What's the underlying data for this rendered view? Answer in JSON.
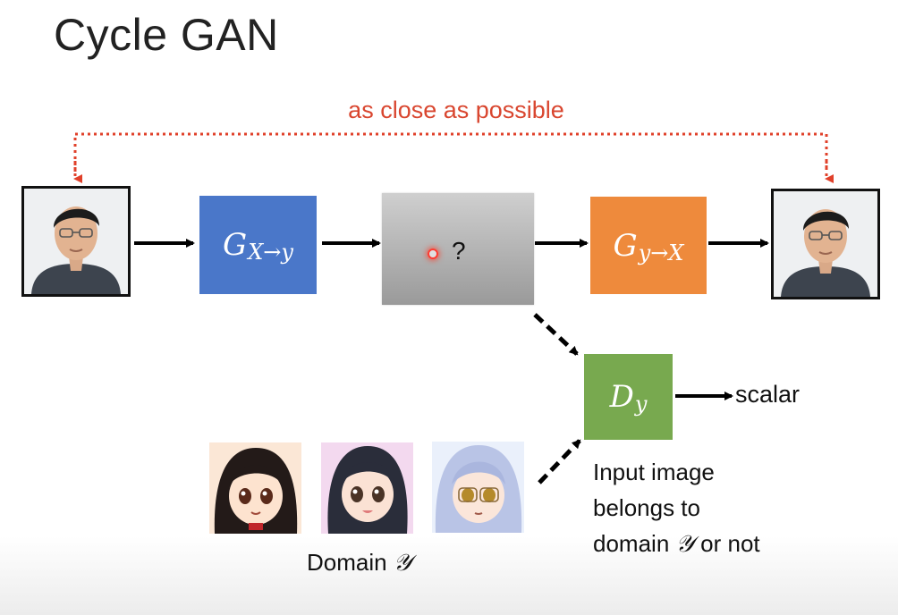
{
  "slide": {
    "title": "Cycle GAN",
    "close_label": "as close as possible",
    "generator_xy": {
      "letter": "G",
      "subscript": "𝑋→𝑦"
    },
    "generator_yx": {
      "letter": "G",
      "subscript": "𝑦→𝑋"
    },
    "middle_box": {
      "label": "?"
    },
    "discriminator": {
      "letter": "D",
      "subscript": "𝑦"
    },
    "scalar_label": "scalar",
    "disc_caption": [
      "Input image",
      "belongs to",
      "domain",
      "𝒴",
      "or not"
    ],
    "domain_label": {
      "text": "Domain",
      "symbol": "𝒴"
    }
  },
  "colors": {
    "generator_xy": "#4a77c9",
    "generator_yx": "#ee8a3c",
    "discriminator": "#78a94f",
    "close_label": "#d9462f"
  }
}
